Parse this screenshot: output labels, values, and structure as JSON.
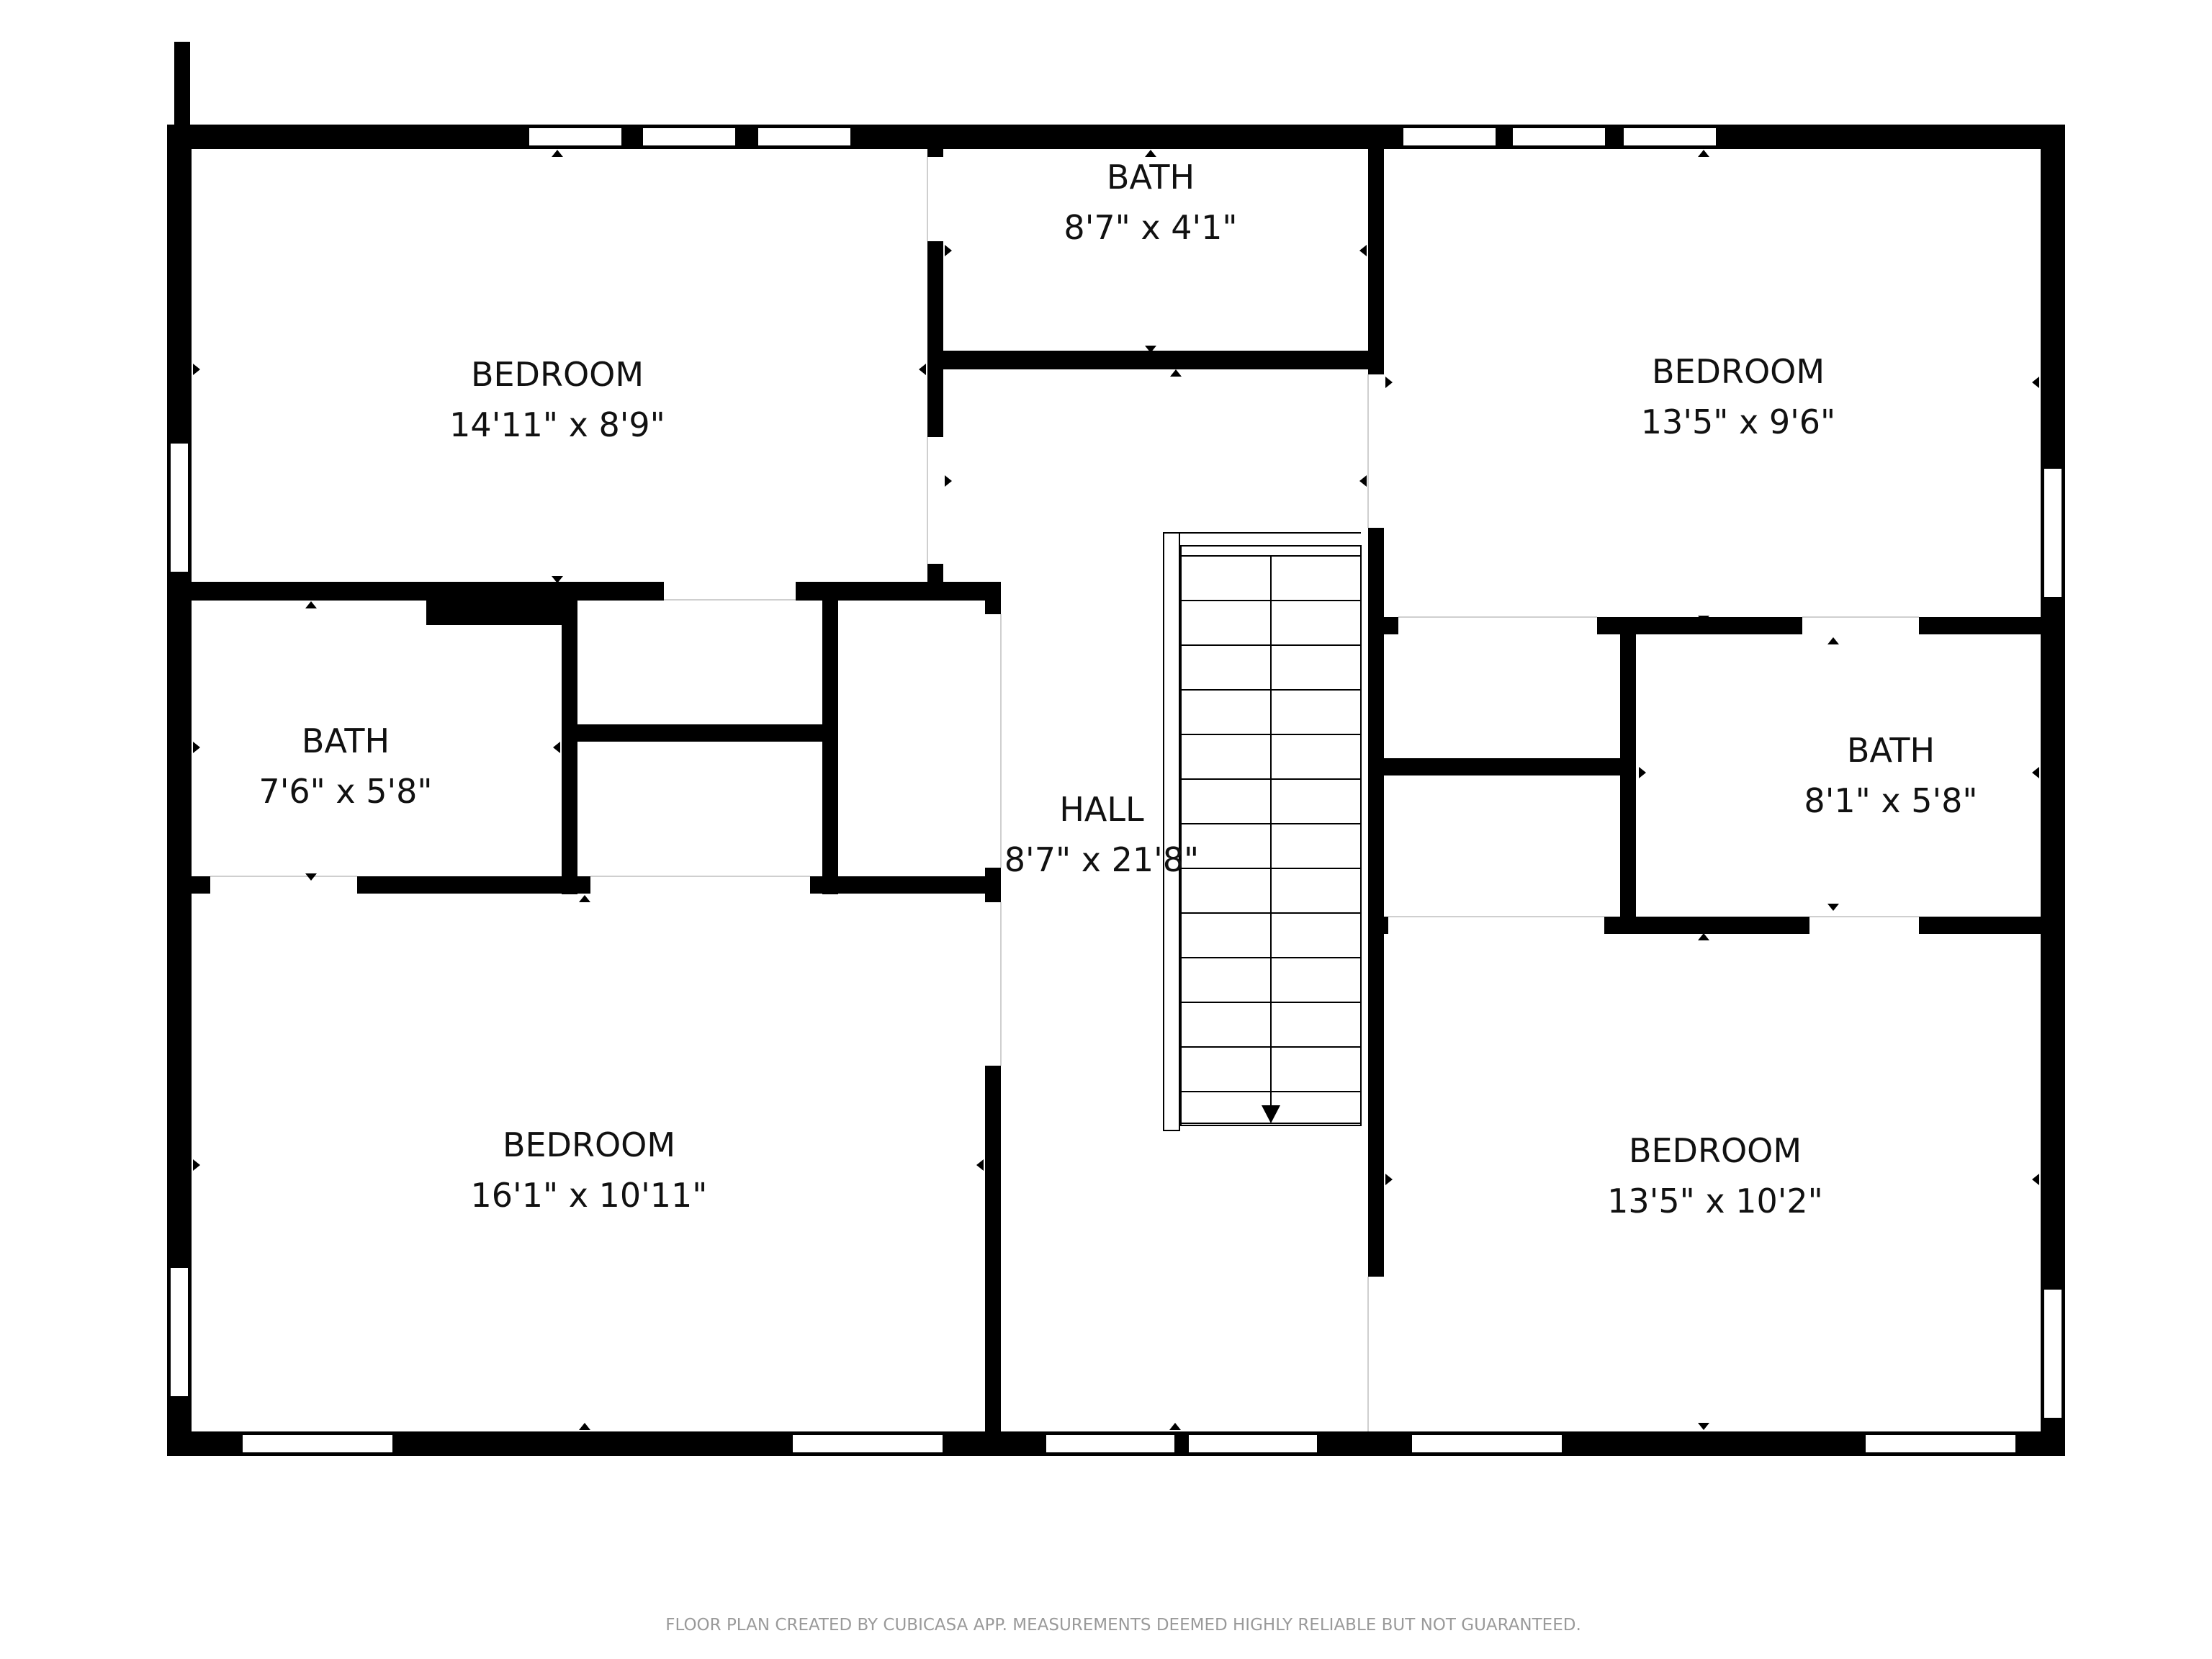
{
  "colors": {
    "wall": "#000000",
    "text": "#111111",
    "window": "#ffffff",
    "disclaimer": "#9a9a9a"
  },
  "rooms": [
    {
      "id": "bedroom-top-left",
      "name": "BEDROOM",
      "dimensions": "14'11\" x 8'9\""
    },
    {
      "id": "bath-top-center",
      "name": "BATH",
      "dimensions": "8'7\" x 4'1\""
    },
    {
      "id": "bedroom-top-right",
      "name": "BEDROOM",
      "dimensions": "13'5\" x 9'6\""
    },
    {
      "id": "bath-left",
      "name": "BATH",
      "dimensions": "7'6\" x 5'8\""
    },
    {
      "id": "hall",
      "name": "HALL",
      "dimensions": "8'7\" x 21'8\""
    },
    {
      "id": "bath-right",
      "name": "BATH",
      "dimensions": "8'1\" x 5'8\""
    },
    {
      "id": "bedroom-bottom-left",
      "name": "BEDROOM",
      "dimensions": "16'1\" x 10'11\""
    },
    {
      "id": "bedroom-bottom-right",
      "name": "BEDROOM",
      "dimensions": "13'5\" x 10'2\""
    }
  ],
  "footer": {
    "disclaimer": "FLOOR PLAN CREATED BY CUBICASA APP. MEASUREMENTS DEEMED HIGHLY RELIABLE BUT NOT GUARANTEED."
  }
}
